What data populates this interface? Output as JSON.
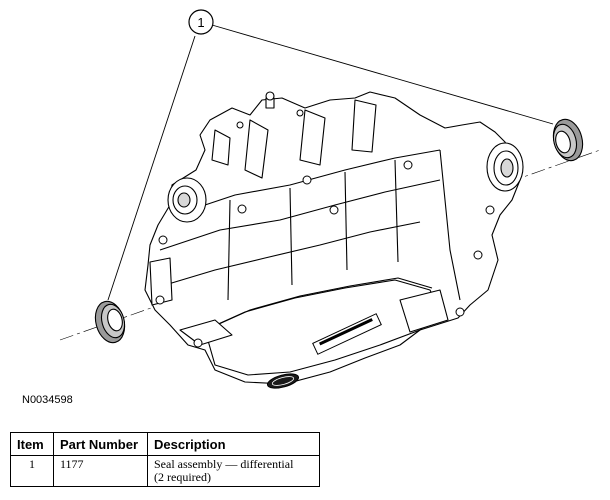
{
  "callout": {
    "number": "1"
  },
  "figure_id": "N0034598",
  "parts_table": {
    "headers": [
      "Item",
      "Part Number",
      "Description"
    ],
    "rows": [
      {
        "item": "1",
        "part_number": "1177",
        "description_line1": "Seal assembly — differential",
        "description_line2": "(2 required)"
      }
    ]
  },
  "icons": {
    "transaxle": "transaxle-housing-illustration",
    "seal": "differential-seal-icon",
    "logo": "oval-logo-icon"
  }
}
